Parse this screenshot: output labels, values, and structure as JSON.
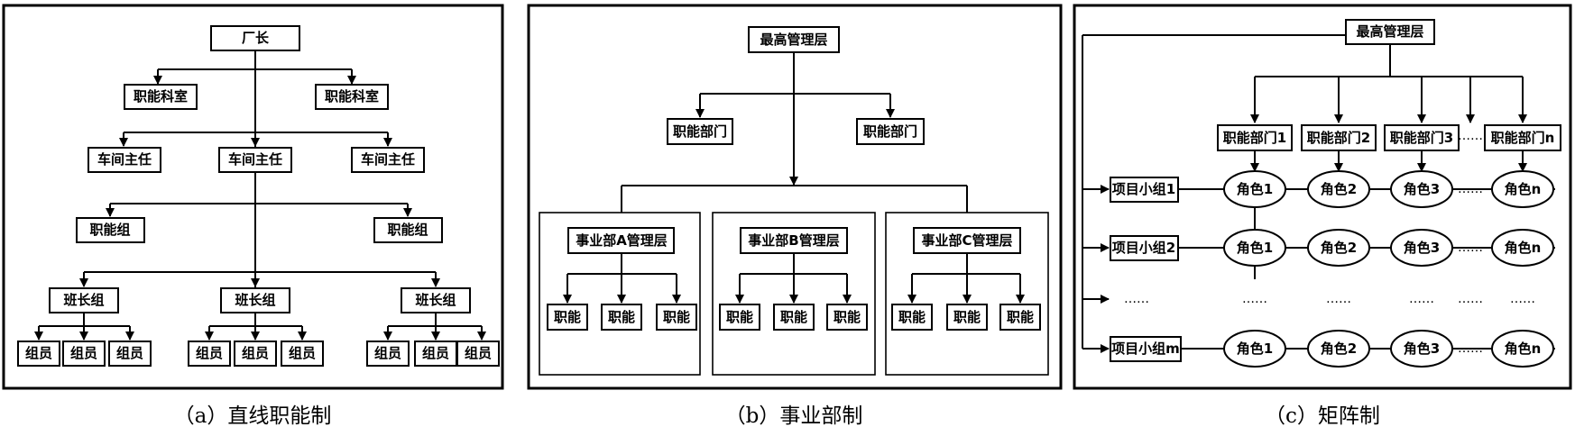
{
  "captions": {
    "a": "（a）直线职能制",
    "b": "（b）事业部制",
    "c": "（c）矩阵制"
  },
  "panel_a": {
    "director": "厂长",
    "office_left": "职能科室",
    "office_right": "职能科室",
    "workshop_left": "车间主任",
    "workshop_center": "车间主任",
    "workshop_right": "车间主任",
    "group_left": "职能组",
    "group_right": "职能组",
    "team_left": "班长组",
    "team_center": "班长组",
    "team_right": "班长组",
    "member": "组员"
  },
  "panel_b": {
    "top": "最高管理层",
    "dept_left": "职能部门",
    "dept_right": "职能部门",
    "div_a": "事业部A管理层",
    "div_b": "事业部B管理层",
    "div_c": "事业部C管理层",
    "func": "职能"
  },
  "panel_c": {
    "top": "最高管理层",
    "dept1": "职能部门1",
    "dept2": "职能部门2",
    "dept3": "职能部门3",
    "deptn": "职能部门n",
    "proj1": "项目小组1",
    "proj2": "项目小组2",
    "projm": "项目小组m",
    "role1": "角色1",
    "role2": "角色2",
    "role3": "角色3",
    "rolen": "角色n",
    "ellipsis": "……"
  }
}
